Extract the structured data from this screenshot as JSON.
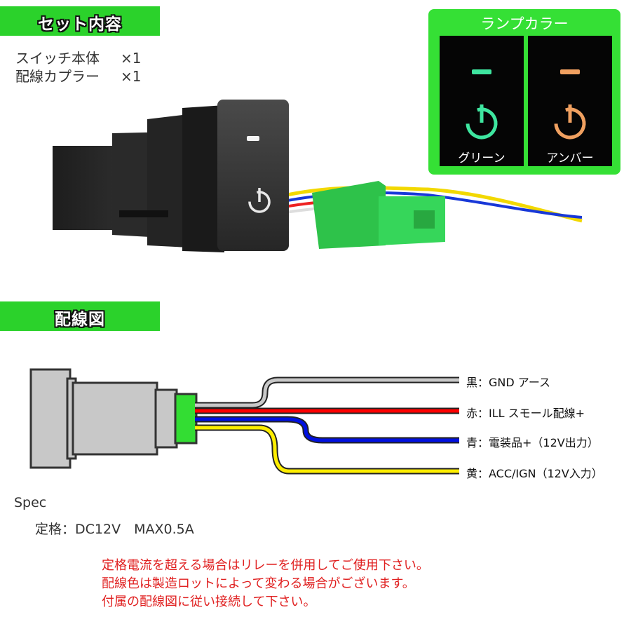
{
  "sections": {
    "set_contents": "セット内容",
    "wiring_diagram": "配線図"
  },
  "contents_list": [
    {
      "item": "スイッチ本体",
      "qty": "×1"
    },
    {
      "item": "配線カプラー",
      "qty": "×1"
    }
  ],
  "lamp_color": {
    "title": "ランプカラー",
    "options": [
      {
        "label": "グリーン",
        "color": "#3ee6a0"
      },
      {
        "label": "アンバー",
        "color": "#f0a060"
      }
    ]
  },
  "wires": [
    {
      "label": "黒：GND アース",
      "color": "#c8c8c8"
    },
    {
      "label": "赤：ILL スモール配線+",
      "color": "#ff0000"
    },
    {
      "label": "青：電装品+（12V出力）",
      "color": "#0010e0"
    },
    {
      "label": "黄：ACC/IGN（12V入力）",
      "color": "#ffee00"
    }
  ],
  "spec": {
    "heading": "Spec",
    "rating": "定格：DC12V　MAX0.5A"
  },
  "notes": [
    "定格電流を超える場合はリレーを併用してご使用下さい。",
    "配線色は製造ロットによって変わる場合がございます。",
    "付属の配線図に従い接続して下さい。"
  ]
}
